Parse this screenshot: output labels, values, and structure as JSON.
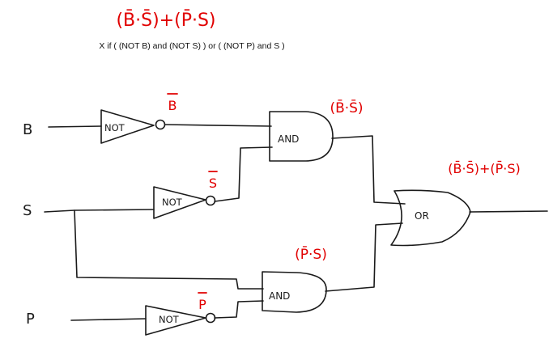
{
  "header": {
    "expression": "(B̄·S̄)+(P̄·S)",
    "description": "X if ( (NOT B) and (NOT S) ) or ( (NOT P) and S )"
  },
  "inputs": {
    "b": "B",
    "s": "S",
    "p": "P"
  },
  "gates": {
    "not_b": "NOT",
    "not_s": "NOT",
    "not_p": "NOT",
    "and_top": "AND",
    "and_bottom": "AND",
    "or_gate": "OR"
  },
  "annotations": {
    "b_bar": "B",
    "s_bar": "S",
    "p_bar": "P",
    "and_top_out": "(B̄·S̄)",
    "and_bottom_out": "(P̄·S)",
    "or_out": "(B̄·S̄)+(P̄·S)"
  },
  "colors": {
    "ink": "#1a1a1a",
    "annotation": "#e10000"
  }
}
